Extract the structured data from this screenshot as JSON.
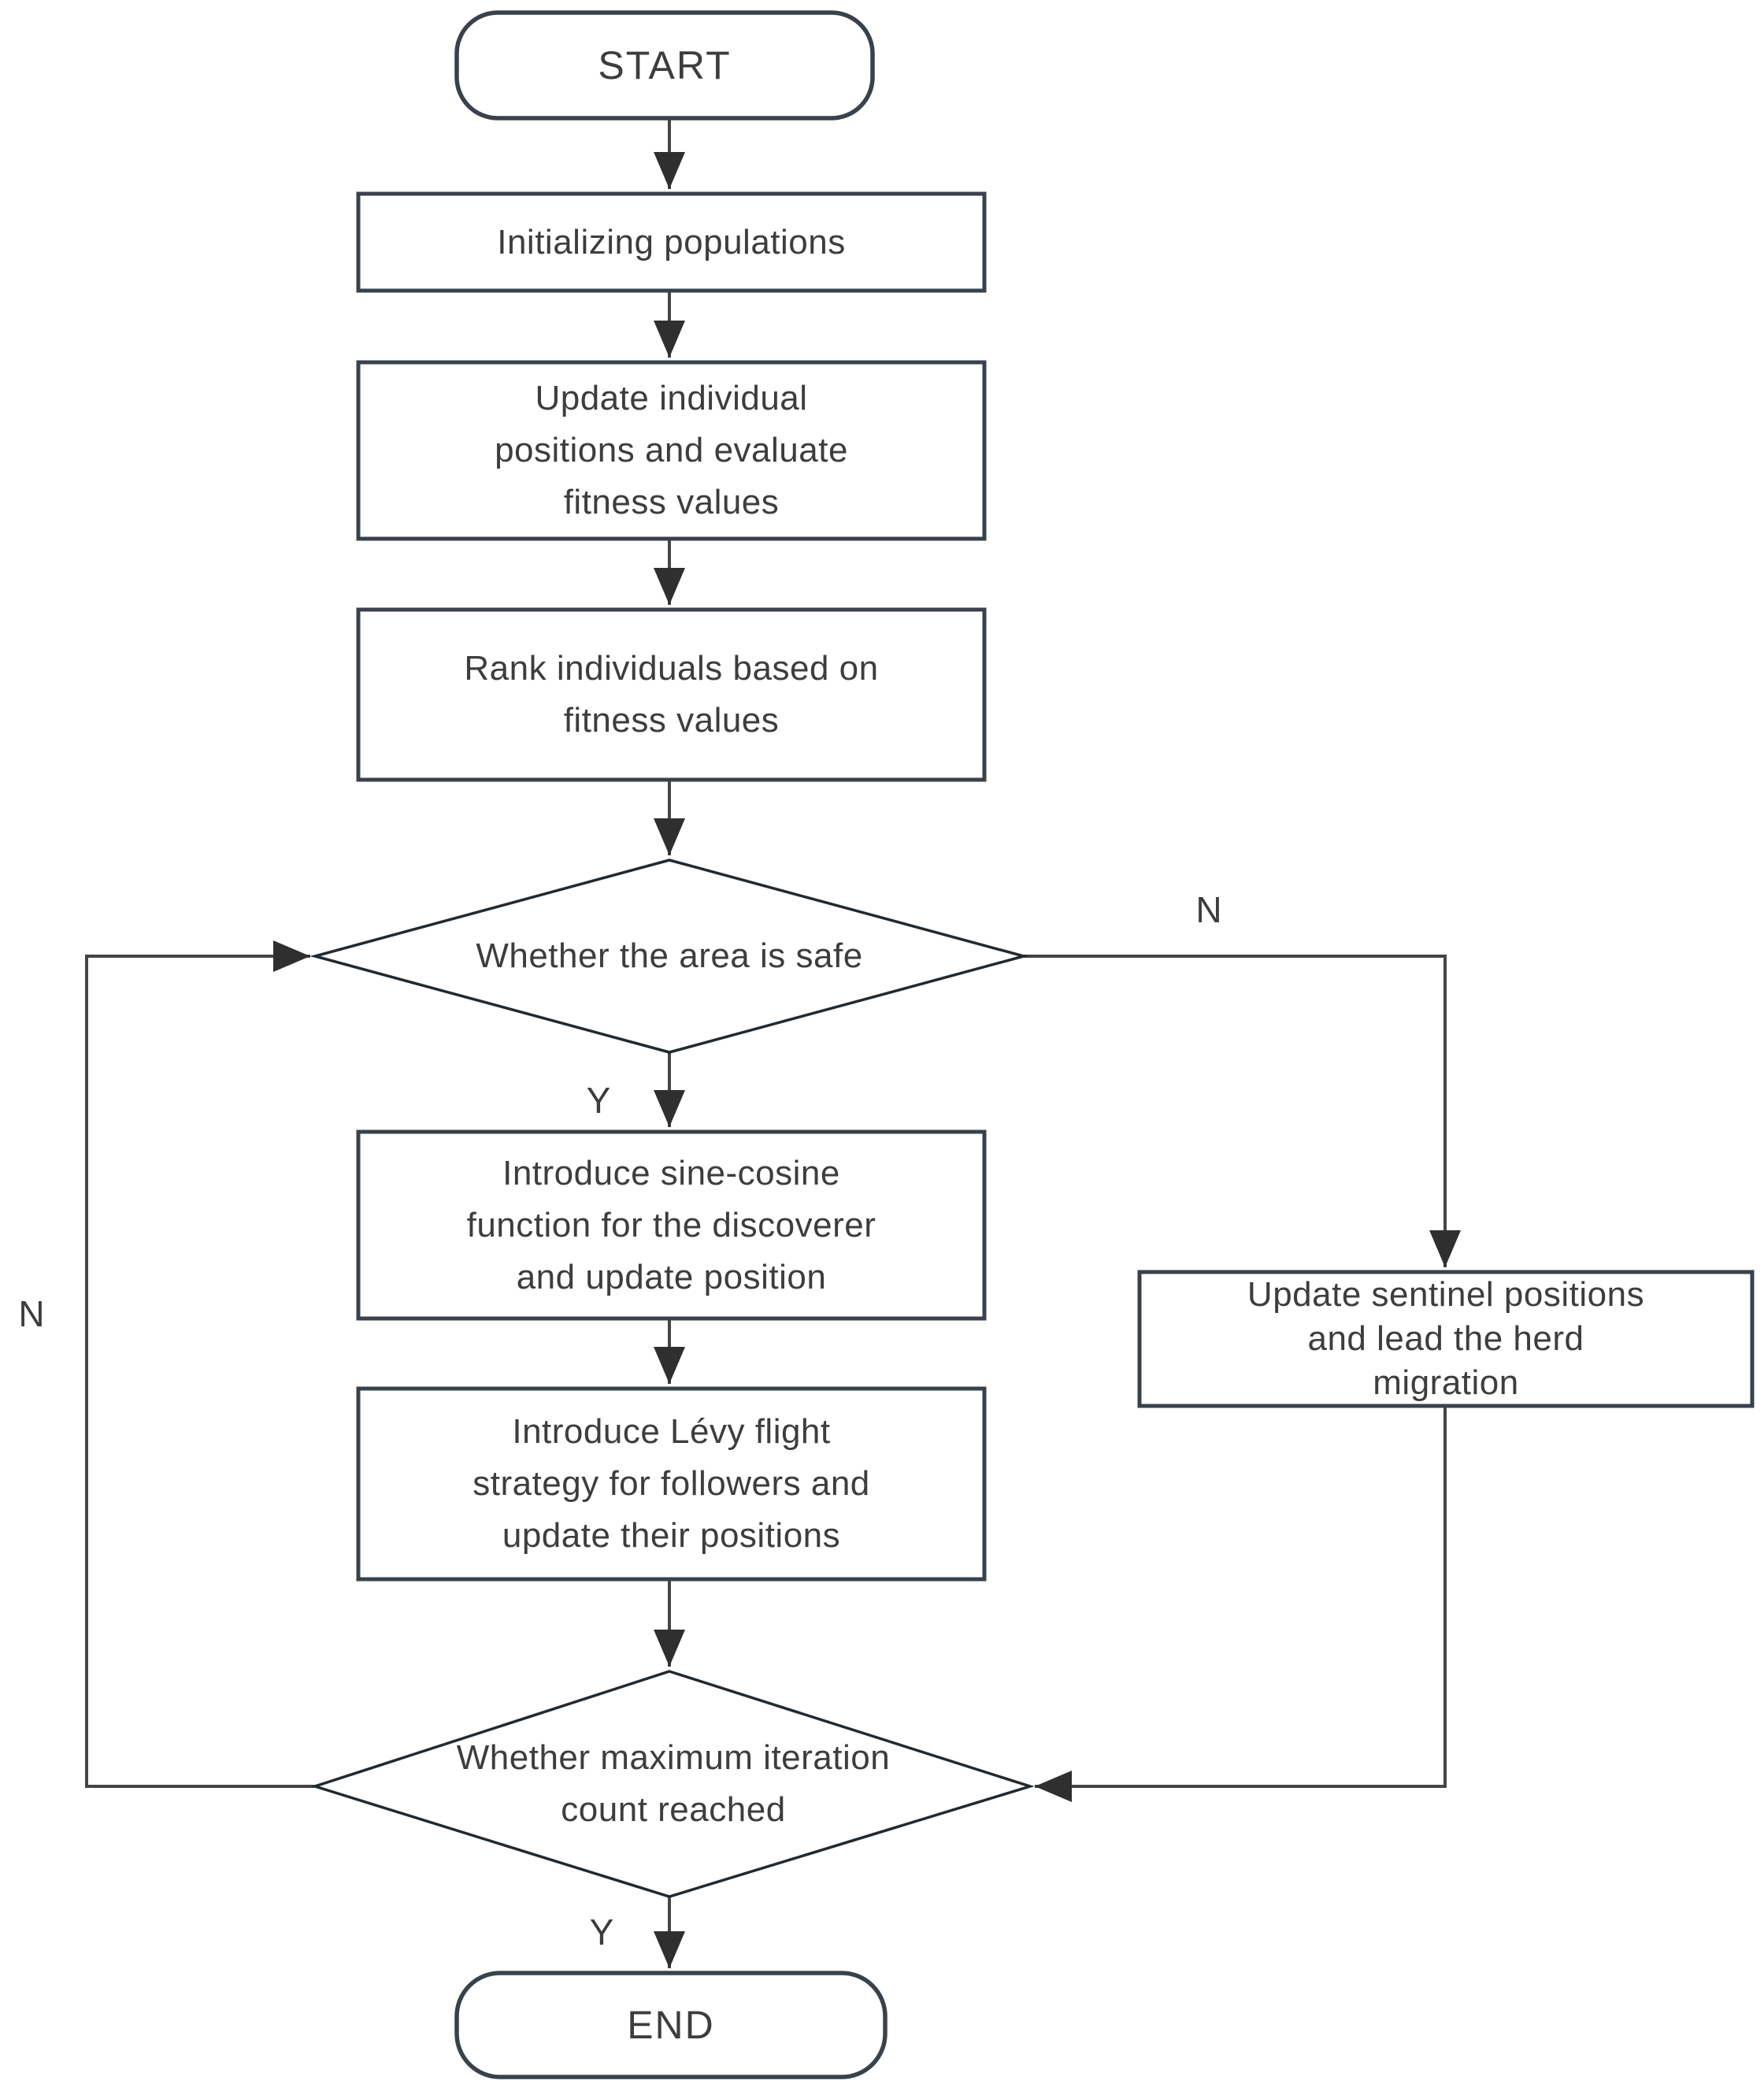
{
  "colors": {
    "background": "#ffffff",
    "node_border": "#39424b",
    "decision_border": "#222a30",
    "connector": "#454545",
    "arrowhead": "#2f2f2f",
    "text": "#3d3d3d"
  },
  "nodes": {
    "start": "START",
    "init": "Initializing populations",
    "update_positions": [
      "Update individual",
      "positions and evaluate",
      "fitness values"
    ],
    "rank": [
      "Rank individuals based on",
      "fitness values"
    ],
    "decision_safe": "Whether the area is safe",
    "sine_cosine": [
      "Introduce sine-cosine",
      "function for the discoverer",
      "and update position"
    ],
    "levy_flight": [
      "Introduce Lévy flight",
      "strategy for followers and",
      "update their positions"
    ],
    "sentinel": [
      "Update sentinel positions",
      "and lead the herd",
      "migration"
    ],
    "decision_iteration": [
      "Whether maximum iteration",
      "count reached"
    ],
    "end": "END"
  },
  "branch_labels": {
    "safe_yes": "Y",
    "safe_no": "N",
    "iteration_yes": "Y",
    "iteration_no": "N"
  }
}
